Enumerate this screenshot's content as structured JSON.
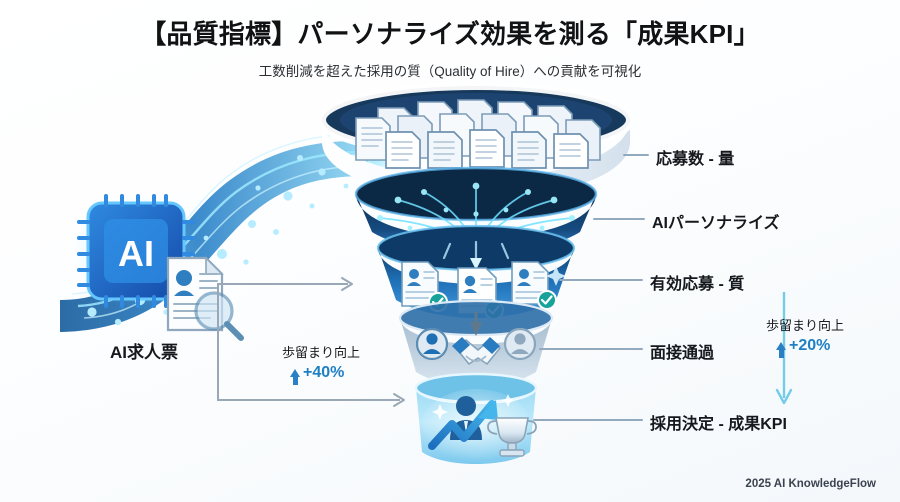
{
  "header": {
    "title": "【品質指標】パーソナライズ効果を測る「成果KPI」",
    "subtitle": "工数削減を超えた採用の質（Quality of Hire）への貢献を可視化"
  },
  "footer": {
    "credit": "2025 AI KnowledgeFlow"
  },
  "source": {
    "label": "AI求人票",
    "icons": [
      "ai-chip-icon",
      "resume-magnifier-icon",
      "data-flow-stream"
    ]
  },
  "funnel": {
    "stages": [
      {
        "id": "applications",
        "label": "応募数 - 量",
        "icon": "document-stack-icon"
      },
      {
        "id": "ai-personalize",
        "label": "AIパーソナライズ",
        "icon": "neural-network-icon"
      },
      {
        "id": "valid-applications",
        "label": "有効応募 - 質",
        "icon": "verified-resume-icon"
      },
      {
        "id": "interview-pass",
        "label": "面接通過",
        "icon": "handshake-icon"
      },
      {
        "id": "hired-kpi",
        "label": "採用決定 - 成果KPI",
        "icon": "growth-trophy-icon"
      }
    ]
  },
  "annotations": [
    {
      "id": "left-retention",
      "caption": "歩留まり向上",
      "value": "+40%",
      "direction": "up",
      "arrow": "bracket-arrow-right"
    },
    {
      "id": "right-retention",
      "caption": "歩留まり向上",
      "value": "+20%",
      "direction": "up",
      "arrow": "vertical-arrow-down"
    }
  ],
  "colors": {
    "accent_blue": "#1e7fc4",
    "deep_navy": "#123a63",
    "cyan_glow": "#5fd8f7",
    "lead_line": "#93a9bd",
    "text_dark": "#15181c",
    "background": "#fdfeff"
  }
}
